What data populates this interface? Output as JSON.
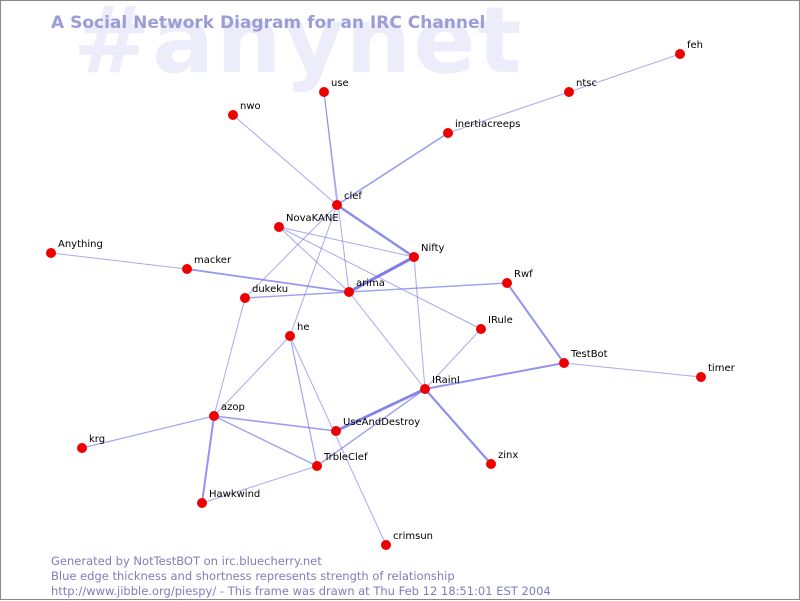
{
  "watermark": "#anynet",
  "title": "A Social Network Diagram for an IRC Channel",
  "footer": {
    "line1": "Generated by NotTestBOT on irc.bluecherry.net",
    "line2": "Blue edge thickness and shortness represents strength of relationship",
    "line3": "http://www.jibble.org/piespy/ - This frame was drawn at Thu Feb 12 18:51:01 EST 2004"
  },
  "colors": {
    "node": "#ee0000",
    "edge": "#7070e8",
    "title": "#9c9cd6",
    "watermark": "#ececfb",
    "footer": "#7e7eb8"
  },
  "nodes": [
    "feh",
    "ntsc",
    "use",
    "nwo",
    "inertiacreeps",
    "clef",
    "NovaKANE",
    "Nifty",
    "Anything",
    "macker",
    "dukeku",
    "arima",
    "Rwf",
    "he",
    "IRule",
    "TestBot",
    "timer",
    "IRainI",
    "azop",
    "UseAndDestroy",
    "krg",
    "zinx",
    "TrbleClef",
    "Hawkwind",
    "crimsun"
  ],
  "edges": [
    {
      "source": "feh",
      "target": "ntsc",
      "weight": 1
    },
    {
      "source": "ntsc",
      "target": "inertiacreeps",
      "weight": 1
    },
    {
      "source": "inertiacreeps",
      "target": "clef",
      "weight": 1.6
    },
    {
      "source": "use",
      "target": "clef",
      "weight": 1
    },
    {
      "source": "use",
      "target": "arima",
      "weight": 1
    },
    {
      "source": "nwo",
      "target": "clef",
      "weight": 1
    },
    {
      "source": "clef",
      "target": "Nifty",
      "weight": 2.4
    },
    {
      "source": "clef",
      "target": "dukeku",
      "weight": 1
    },
    {
      "source": "clef",
      "target": "he",
      "weight": 1
    },
    {
      "source": "NovaKANE",
      "target": "Nifty",
      "weight": 1
    },
    {
      "source": "NovaKANE",
      "target": "arima",
      "weight": 1
    },
    {
      "source": "NovaKANE",
      "target": "IRule",
      "weight": 1
    },
    {
      "source": "Nifty",
      "target": "arima",
      "weight": 3
    },
    {
      "source": "Nifty",
      "target": "IRainI",
      "weight": 1
    },
    {
      "source": "Anything",
      "target": "macker",
      "weight": 1
    },
    {
      "source": "macker",
      "target": "arima",
      "weight": 1.8
    },
    {
      "source": "dukeku",
      "target": "arima",
      "weight": 1.4
    },
    {
      "source": "dukeku",
      "target": "azop",
      "weight": 1
    },
    {
      "source": "arima",
      "target": "Rwf",
      "weight": 1.4
    },
    {
      "source": "arima",
      "target": "IRainI",
      "weight": 1
    },
    {
      "source": "Rwf",
      "target": "TestBot",
      "weight": 2
    },
    {
      "source": "IRule",
      "target": "IRainI",
      "weight": 1
    },
    {
      "source": "TestBot",
      "target": "timer",
      "weight": 1
    },
    {
      "source": "TestBot",
      "target": "IRainI",
      "weight": 2
    },
    {
      "source": "IRainI",
      "target": "UseAndDestroy",
      "weight": 2.8
    },
    {
      "source": "IRainI",
      "target": "zinx",
      "weight": 2.2
    },
    {
      "source": "IRainI",
      "target": "TrbleClef",
      "weight": 1.4
    },
    {
      "source": "he",
      "target": "azop",
      "weight": 1
    },
    {
      "source": "he",
      "target": "TrbleClef",
      "weight": 1.2
    },
    {
      "source": "he",
      "target": "crimsun",
      "weight": 1
    },
    {
      "source": "azop",
      "target": "krg",
      "weight": 1.2
    },
    {
      "source": "azop",
      "target": "UseAndDestroy",
      "weight": 1.6
    },
    {
      "source": "azop",
      "target": "TrbleClef",
      "weight": 1.4
    },
    {
      "source": "azop",
      "target": "Hawkwind",
      "weight": 2
    },
    {
      "source": "Hawkwind",
      "target": "TrbleClef",
      "weight": 1
    }
  ]
}
